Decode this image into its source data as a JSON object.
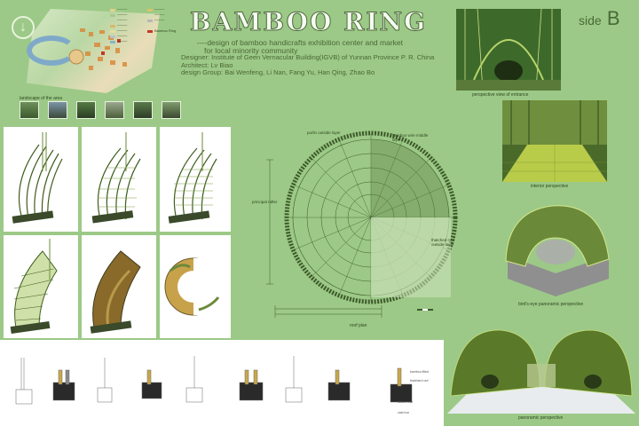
{
  "header": {
    "title": "BAMBOO RING",
    "subtitle_line1": "----design of bamboo handicrafts exhibition center and market",
    "subtitle_line2": "for local minority community",
    "designer": "Designer:  Institute of Geen Vernacular Building(IGVB) of Yunnan Province P. R. China",
    "architect": "Architect:  Lv Biao",
    "design_group": "design Group:  Bai Wenfeng, Li Nan, Fang Yu, Han Qing, Zhao Bo",
    "side_word": "side",
    "side_letter": "B"
  },
  "site": {
    "legend_swatch_colors": [
      "#e2d28a",
      "#a9c98d",
      "#c6d3a6",
      "#d9b86b",
      "#e6e09a",
      "#b9c3c8",
      "#8bb5c7"
    ],
    "legend_col2_colors": [
      "#d9c36a",
      "#cfe0b6",
      "#b7b7b7"
    ],
    "bamboo_ring_label": "Bamboo Ring",
    "landscape_label": "landscape of the area"
  },
  "plan": {
    "purlin_label": "purlin outside layer",
    "bamboo_wire_label": "bamboo wire middle layer",
    "principal_rafter_label": "principal rafter",
    "thatched_roof_label": "thatched roof outside layer",
    "roof_plan_caption": "roof plan"
  },
  "perspectives": {
    "entrance": "perspective view of entrance",
    "interior": "interior perspective",
    "birds_eye": "bird's-eye panoramic perspective",
    "panoramic": "panoramic perspective"
  },
  "details": {
    "bamboo_lashed": "bamboo lifted",
    "thatched_roof": "thatched roof",
    "rubber_mat": "rubber mat",
    "cast_iron": "cast iron"
  }
}
